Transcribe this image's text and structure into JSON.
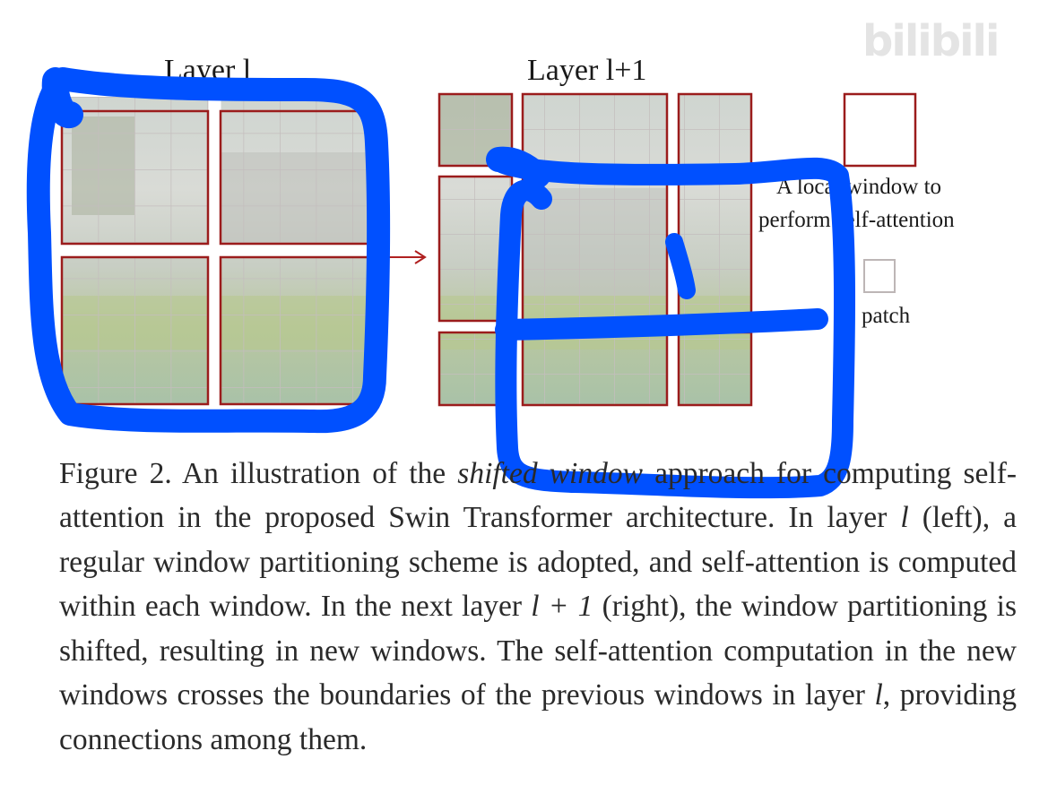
{
  "figure": {
    "left_title": "Layer l",
    "right_title": "Layer l+1",
    "legend": {
      "window_line1": "A local window to",
      "window_line2": "perform self-attention",
      "patch_label": "patch"
    },
    "colors": {
      "window_border": "#9b1c1c",
      "patch_grid": "#c4bdbd",
      "annotation_ink": "#0050ff",
      "arrow": "#b02020"
    }
  },
  "caption": {
    "prefix": "Figure 2. An illustration of the ",
    "emphasis": "shifted window",
    "part2": " approach for computing self-attention in the proposed Swin Transformer architecture. In layer ",
    "var1": "l",
    "part3": " (left), a regular window partitioning scheme is adopted, and self-attention is computed within each window. In the next layer ",
    "var2": "l + 1",
    "part4": " (right), the window partitioning is shifted, resulting in new windows. The self-attention computation in the new windows crosses the boundaries of the previous windows in layer ",
    "var3": "l",
    "part5": ", providing connections among them."
  },
  "watermark": "bilibili"
}
